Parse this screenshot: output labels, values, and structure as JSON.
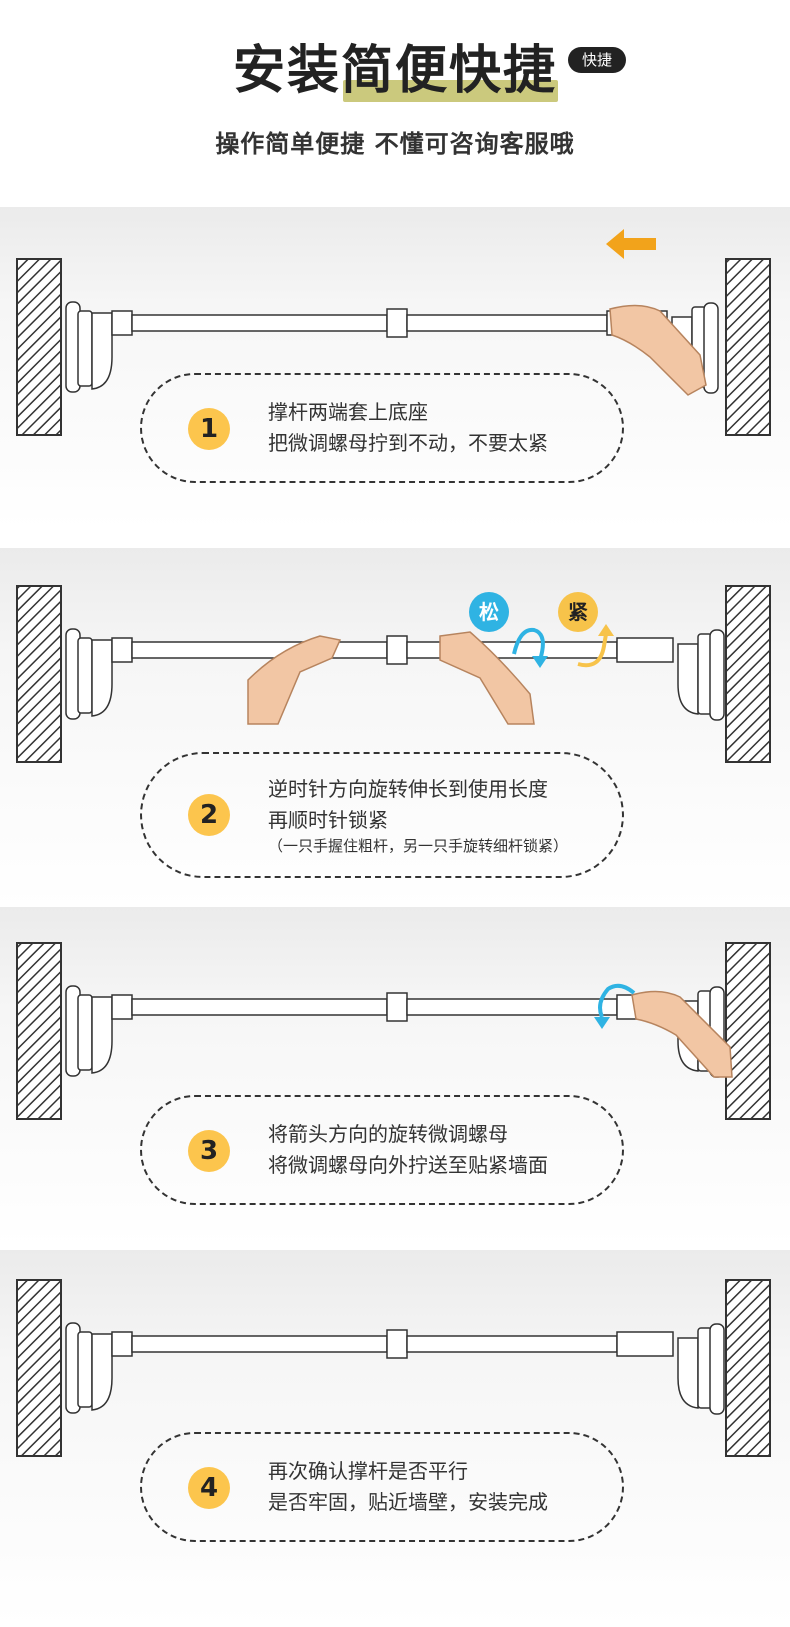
{
  "header": {
    "title_plain": "安装",
    "title_highlight": "简便快捷",
    "badge": "快捷",
    "subtitle": "操作简单便捷  不懂可咨询客服哦"
  },
  "steps": [
    {
      "number": "1",
      "lines": [
        "撑杆两端套上底座",
        "把微调螺母拧到不动，不要太紧"
      ]
    },
    {
      "number": "2",
      "lines": [
        "逆时针方向旋转伸长到使用长度",
        "再顺时针锁紧"
      ],
      "note": "（一只手握住粗杆，另一只手旋转细杆锁紧）",
      "loosen_label": "松",
      "tighten_label": "紧"
    },
    {
      "number": "3",
      "lines": [
        "将箭头方向的旋转微调螺母",
        "将微调螺母向外拧送至贴紧墙面"
      ]
    },
    {
      "number": "4",
      "lines": [
        "再次确认撑杆是否平行",
        "是否牢固，贴近墙壁，安装完成"
      ]
    }
  ],
  "colors": {
    "badge_accent": "#fcc54d",
    "highlight": "#cbc97d",
    "arrow_orange": "#f2a31b",
    "loosen_blue": "#2fb3e3",
    "tighten_yellow": "#f7c34a"
  }
}
